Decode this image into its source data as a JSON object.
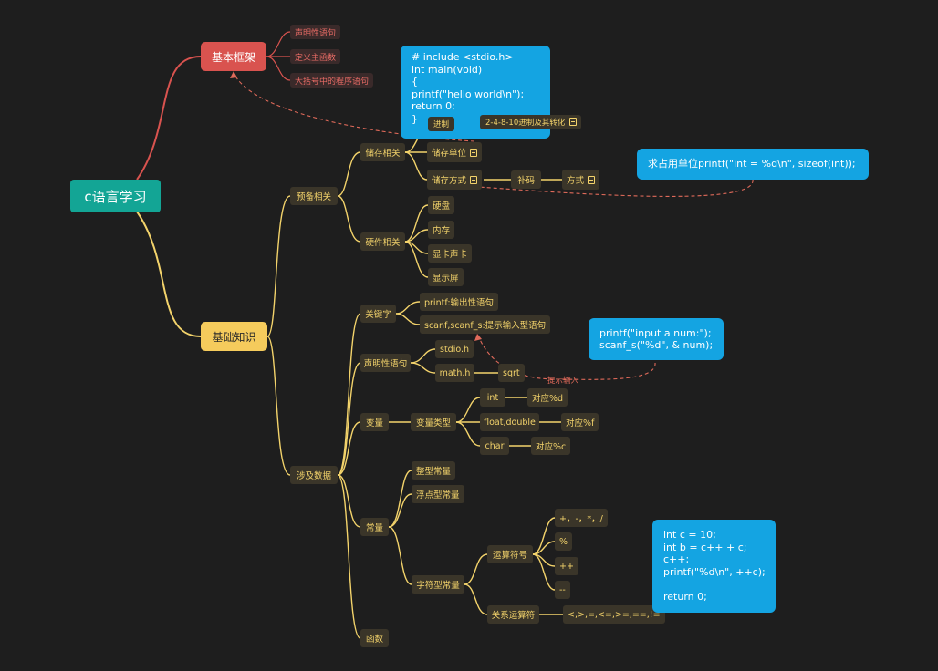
{
  "colors": {
    "background": "#1e1e1e",
    "root": "#13a595",
    "branch_red": "#d9534f",
    "branch_yellow": "#f5cb5c",
    "line_yellow": "#f3d36b",
    "note_blue": "#14a4e2",
    "dashed": "#e06a5a"
  },
  "root": {
    "label": "c语言学习"
  },
  "basic_frame": {
    "label": "基本框架",
    "children": [
      "声明性语句",
      "定义主函数",
      "大括号中的程序语句"
    ]
  },
  "basic_knowledge": {
    "label": "基础知识"
  },
  "prep": {
    "label": "预备相关",
    "storage": {
      "label": "储存相关",
      "unit": "储存单位",
      "method": "储存方式",
      "complement": "补码",
      "way": "方式"
    },
    "hardware": {
      "label": "硬件相关",
      "children": [
        "硬盘",
        "内存",
        "显卡声卡",
        "显示屏"
      ]
    }
  },
  "data": {
    "label": "涉及数据",
    "keywords": {
      "label": "关键字",
      "children": [
        "printf:输出性语句",
        "scanf,scanf_s:提示输入型语句"
      ]
    },
    "declare": {
      "label": "声明性语句",
      "stdio": "stdio.h",
      "math": "math.h",
      "sqrt": "sqrt"
    },
    "variable": {
      "label": "变量",
      "type": "变量类型",
      "types": [
        {
          "name": "int",
          "fmt": "对应%d"
        },
        {
          "name": "float,double",
          "fmt": "对应%f"
        },
        {
          "name": "char",
          "fmt": "对应%c"
        }
      ]
    },
    "constant": {
      "label": "常量",
      "integer": "整型常量",
      "float": "浮点型常量",
      "char": "字符型常量",
      "operators": {
        "label": "运算符号",
        "children": [
          "+，-，*，/",
          "%",
          "++",
          "--"
        ]
      },
      "relational": {
        "label": "关系运算符",
        "value": "<,>,=,<=,>=,==,!="
      }
    },
    "function": {
      "label": "函数"
    }
  },
  "notes": {
    "hello_code": "# include <stdio.h>\nint main(void)\n{\nprintf(\"hello world\\n\");\nreturn 0;\n}",
    "hello_tags": [
      "进制",
      "2-4-8-10进制及其转化"
    ],
    "sizeof": "求占用单位printf(\"int = %d\\n\", sizeof(int));",
    "scanf": "printf(\"input a num:\");\nscanf_s(\"%d\", & num);",
    "scanf_label": "提示输入",
    "increment": "int c = 10;\nint b = c++ + c;\nc++;\nprintf(\"%d\\n\", ++c);\n\nreturn 0;"
  }
}
